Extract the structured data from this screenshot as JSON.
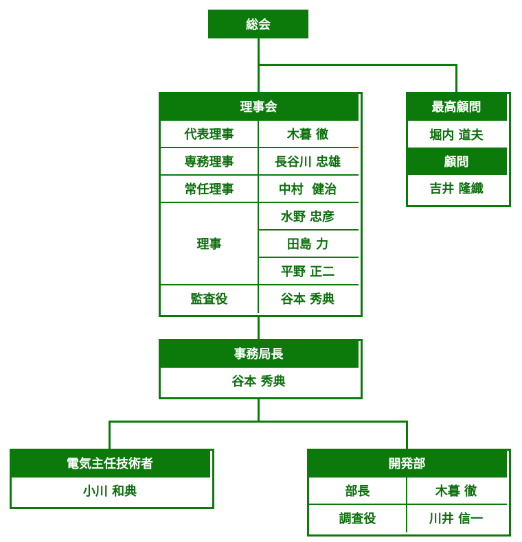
{
  "sokai": {
    "label": "総会"
  },
  "rijikai": {
    "title": "理事会",
    "rows": [
      {
        "role": "代表理事",
        "name": "木暮 徹"
      },
      {
        "role": "専務理事",
        "name": "長谷川 忠雄"
      },
      {
        "role": "常任理事",
        "name": "中村  健治"
      },
      {
        "role": "理事",
        "names": [
          "水野 忠彦",
          "田島 力",
          "平野 正二"
        ]
      },
      {
        "role": "監査役",
        "name": "谷本 秀典"
      }
    ]
  },
  "saiko_komon": {
    "title": "最高顧問",
    "name": "堀内 道夫",
    "komon_title": "顧問",
    "komon_name": "吉井 隆織"
  },
  "jimukyokucho": {
    "title": "事務局長",
    "name": "谷本 秀典"
  },
  "denki": {
    "title": "電気主任技術者",
    "name": "小川 和典"
  },
  "kaihatsu": {
    "title": "開発部",
    "rows": [
      {
        "role": "部長",
        "name": "木暮 徹"
      },
      {
        "role": "調査役",
        "name": "川井 信一"
      }
    ]
  },
  "colors": {
    "green": "#0b7a0b",
    "text_green": "#0b6e0b",
    "background": "#ffffff"
  }
}
